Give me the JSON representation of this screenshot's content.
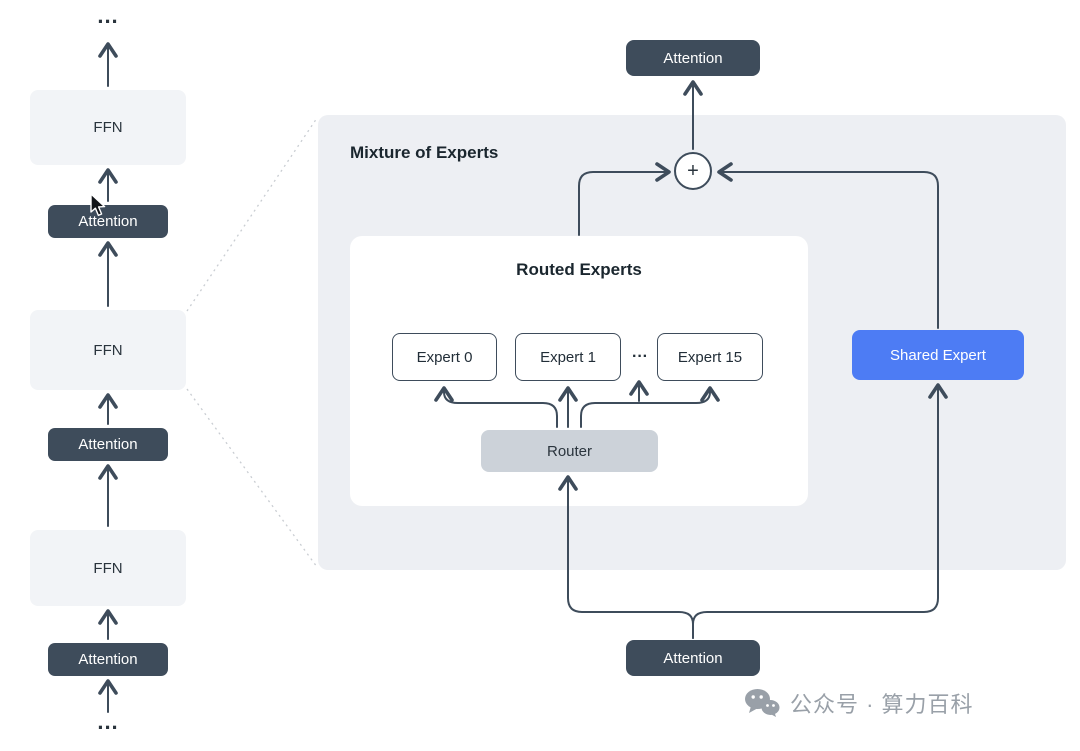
{
  "colors": {
    "dark_slate": "#3e4c5b",
    "ffn_bg": "#f2f4f7",
    "panel_bg": "#edeff3",
    "router_bg": "#ccd2d9",
    "shared_expert_bg": "#4d7cf4",
    "arrow": "#3e4c5b",
    "watermark": "#99a0a8"
  },
  "left_stack": {
    "ellipsis_top": "...",
    "blocks": [
      {
        "label": "FFN"
      },
      {
        "label": "Attention"
      },
      {
        "label": "FFN"
      },
      {
        "label": "Attention"
      },
      {
        "label": "FFN"
      },
      {
        "label": "Attention"
      }
    ],
    "ellipsis_bottom": "..."
  },
  "moe": {
    "title": "Mixture of Experts",
    "attention_top": "Attention",
    "plus": "+",
    "routed": {
      "title": "Routed Experts",
      "experts": [
        {
          "label": "Expert 0"
        },
        {
          "label": "Expert 1"
        },
        {
          "label": "Expert 15"
        }
      ],
      "ellipsis": "···",
      "router": "Router"
    },
    "shared_expert": "Shared Expert",
    "attention_bottom": "Attention"
  },
  "watermark": {
    "text": "公众号 · 算力百科"
  }
}
